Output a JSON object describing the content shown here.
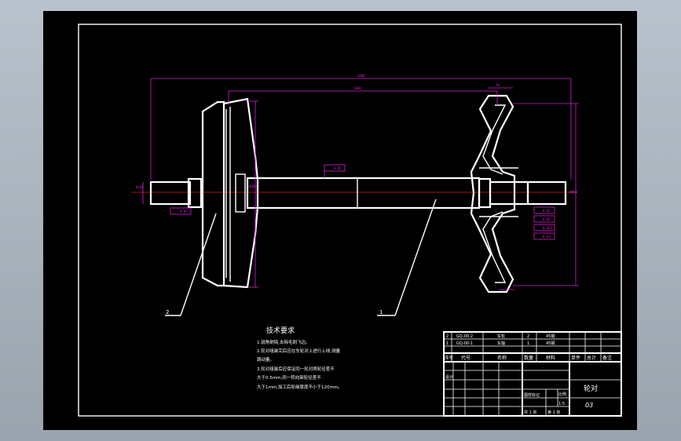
{
  "drawing": {
    "balloons": [
      "2",
      "1"
    ],
    "dimensions": {
      "overall_length": "2000",
      "shaft_length": "1680",
      "wheel_width": "70",
      "wheel_dia_left": "Φ860",
      "wheel_dia_right": "Φ860",
      "journal_dia": "Φ150",
      "gdt_top": "0.05",
      "gdt_left": "0.05",
      "gdt_right": [
        "0.02",
        "0.05",
        "0.025",
        "0.03"
      ]
    }
  },
  "tech_requirements": {
    "title": "技术要求",
    "lines": [
      "1.锐角倒钝,去除毛刺飞边。",
      "2.轮对组装完后应在车轮对上进行上线,测量",
      "跳动量。",
      "3.轮对组装后应保证同一轮对两轮径差不",
      "大于0.5mm,同一转向架轮径差不",
      "大于1mm,加工后轮缘厚度不小于120mm。"
    ]
  },
  "title_block": {
    "parts": [
      {
        "no": "2",
        "code": "GQ-00-2",
        "name": "车轮",
        "qty": "2",
        "material": "45钢"
      },
      {
        "no": "1",
        "code": "GQ-00-1",
        "name": "车轴",
        "qty": "1",
        "material": "45钢"
      }
    ],
    "headers": [
      "序号",
      "代号",
      "名称",
      "数量",
      "材料",
      "单件",
      "总计",
      "备注"
    ],
    "drawing_name": "轮对",
    "drawing_no": "03",
    "scale_label": "比例",
    "scale_value": "1:5",
    "stage_label": "图样标记",
    "sheet_label": "第 1 张",
    "sheets_label": "共 1 张",
    "design_label": "设计"
  }
}
